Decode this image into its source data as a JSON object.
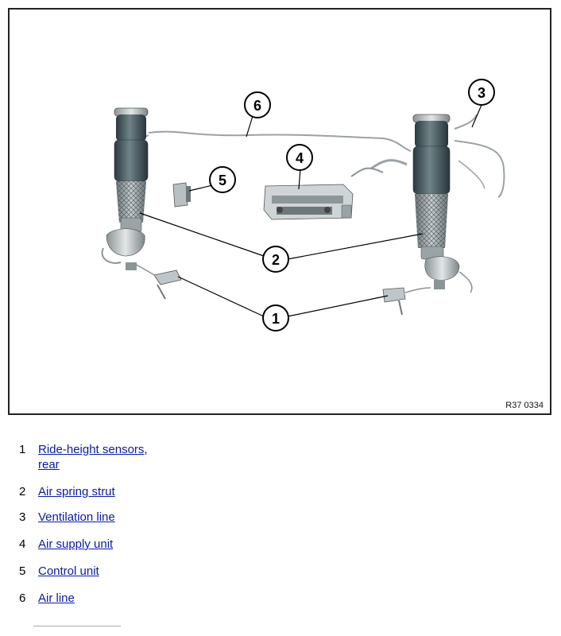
{
  "figure": {
    "code": "R37 0334",
    "callouts": [
      "1",
      "2",
      "3",
      "4",
      "5",
      "6"
    ]
  },
  "legend": [
    {
      "num": "1",
      "label_line1": "Ride-height sensors,",
      "label_line2": "rear"
    },
    {
      "num": "2",
      "label_line1": "Air spring strut"
    },
    {
      "num": "3",
      "label_line1": "Ventilation line"
    },
    {
      "num": "4",
      "label_line1": "Air supply unit"
    },
    {
      "num": "5",
      "label_line1": "Control unit"
    },
    {
      "num": "6",
      "label_line1": "Air line"
    }
  ]
}
